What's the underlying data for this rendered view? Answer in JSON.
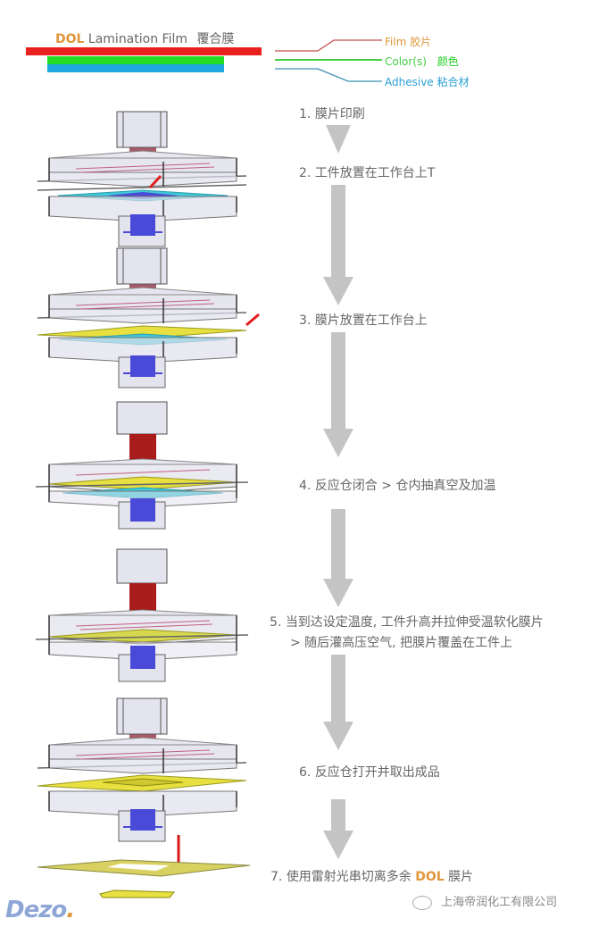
{
  "legend": {
    "title_brand": "DOL",
    "title_text": "Lamination Film",
    "title_cn": "覆合膜",
    "layers": [
      {
        "name": "film",
        "label": "Film",
        "label_cn": "胶片",
        "color": "#e8201e",
        "label_color": "#e0963a",
        "line_color": "#c0504d"
      },
      {
        "name": "color",
        "label": "Color(s)",
        "label_cn": "颜色",
        "color": "#22dd22",
        "label_color": "#44cc44",
        "line_color": "#44cc44"
      },
      {
        "name": "adhesive",
        "label": "Adhesive",
        "label_cn": "粘合材",
        "color": "#1fa8e0",
        "label_color": "#2a9fd6",
        "line_color": "#3c8fb0"
      }
    ]
  },
  "steps": [
    {
      "num": "1.",
      "text": "膜片印刷"
    },
    {
      "num": "2.",
      "text": "工件放置在工作台上T"
    },
    {
      "num": "3.",
      "text": "膜片放置在工作台上"
    },
    {
      "num": "4.",
      "text": "反应仓闭合 > 仓内抽真空及加温"
    },
    {
      "num": "5.",
      "text": "当到达设定温度, 工件升高并拉伸受温软化膜片",
      "text2": "> 随后灌高压空气, 把膜片覆盖在工件上"
    },
    {
      "num": "6.",
      "text": "反应仓打开并取出成品"
    },
    {
      "num": "7.",
      "text": "使用雷射光串切离多余",
      "highlight": "DOL",
      "text_after": "膜片"
    }
  ],
  "colors": {
    "arrow": "#c4c4c4",
    "text": "#666666",
    "accent": "#e0963a",
    "chamber": "#d8d8e6",
    "piston_red": "#a52a2a",
    "piston_blue": "#4a4ad8",
    "film_yellow": "#e8e040",
    "adhesive_cyan": "#40c8d8"
  },
  "watermark": {
    "icon": "wechat-icon",
    "text": "上海帝润化工有限公司"
  },
  "logo": {
    "text": "Dezo",
    "dot": "."
  }
}
